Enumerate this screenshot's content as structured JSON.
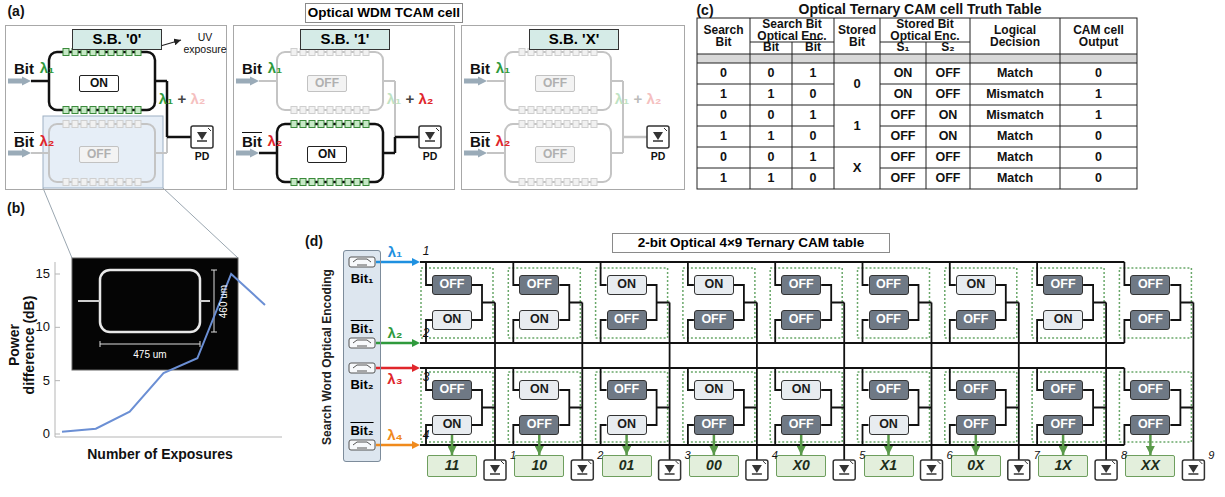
{
  "diagram": {
    "nodes": [
      {
        "text": [
          "Optical WDM TCAM cell"
        ]
      },
      {
        "text": [
          "S.B. '0'"
        ]
      },
      {
        "text": [
          "ON"
        ],
        "in": 1
      },
      {
        "text": [
          "OFF"
        ],
        "in": 1
      },
      {
        "text": [
          "S.B. '1'"
        ]
      },
      {
        "text": [
          "OFF"
        ],
        "in": 4
      },
      {
        "text": [
          "ON"
        ],
        "in": 4
      },
      {
        "text": [
          "S.B. 'X'"
        ]
      },
      {
        "text": [
          "OFF"
        ],
        "in": 7
      },
      {
        "text": [
          "OFF"
        ],
        "in": 7
      },
      {
        "text": [
          "2-bit Optical 4×9 Ternary CAM table"
        ]
      },
      {
        "text": [
          "Search Word Optical Encoding",
          "Bit₁",
          "Bit₁",
          "Bit₂",
          "Bit₂"
        ]
      },
      {
        "text": [
          "OFF"
        ]
      },
      {
        "text": [
          "ON"
        ]
      },
      {
        "text": [
          "OFF"
        ]
      },
      {
        "text": [
          "ON"
        ]
      },
      {
        "text": [
          "OFF"
        ]
      },
      {
        "text": [
          "ON"
        ]
      },
      {
        "text": [
          "ON"
        ]
      },
      {
        "text": [
          "OFF"
        ]
      },
      {
        "text": [
          "ON"
        ]
      },
      {
        "text": [
          "OFF"
        ]
      },
      {
        "text": [
          "OFF"
        ]
      },
      {
        "text": [
          "ON"
        ]
      },
      {
        "text": [
          "ON"
        ]
      },
      {
        "text": [
          "OFF"
        ]
      },
      {
        "text": [
          "ON"
        ]
      },
      {
        "text": [
          "OFF"
        ]
      },
      {
        "text": [
          "OFF"
        ]
      },
      {
        "text": [
          "OFF"
        ]
      },
      {
        "text": [
          "ON"
        ]
      },
      {
        "text": [
          "OFF"
        ]
      },
      {
        "text": [
          "OFF"
        ]
      },
      {
        "text": [
          "OFF"
        ]
      },
      {
        "text": [
          "OFF"
        ]
      },
      {
        "text": [
          "ON"
        ]
      },
      {
        "text": [
          "ON"
        ]
      },
      {
        "text": [
          "OFF"
        ]
      },
      {
        "text": [
          "OFF"
        ]
      },
      {
        "text": [
          "OFF"
        ]
      },
      {
        "text": [
          "OFF"
        ]
      },
      {
        "text": [
          "ON"
        ]
      },
      {
        "text": [
          "OFF"
        ]
      },
      {
        "text": [
          "OFF"
        ]
      },
      {
        "text": [
          "OFF"
        ]
      },
      {
        "text": [
          "OFF"
        ]
      },
      {
        "text": [
          "OFF"
        ]
      },
      {
        "text": [
          "OFF"
        ]
      },
      {
        "text": [
          "11"
        ]
      },
      {
        "text": [
          "10"
        ]
      },
      {
        "text": [
          "01"
        ]
      },
      {
        "text": [
          "00"
        ]
      },
      {
        "text": [
          "X0"
        ]
      },
      {
        "text": [
          "X1"
        ]
      },
      {
        "text": [
          "0X"
        ]
      },
      {
        "text": [
          "1X"
        ]
      },
      {
        "text": [
          "XX"
        ]
      }
    ],
    "edges": [
      {
        "from": 15,
        "to": 48,
        "arrow": "to"
      },
      {
        "from": 19,
        "to": 49,
        "arrow": "to"
      },
      {
        "from": 23,
        "to": 50,
        "arrow": "to"
      },
      {
        "from": 27,
        "to": 51,
        "arrow": "to"
      },
      {
        "from": 31,
        "to": 52,
        "arrow": "to"
      },
      {
        "from": 35,
        "to": 53,
        "arrow": "to"
      },
      {
        "from": 39,
        "to": 54,
        "arrow": "to"
      },
      {
        "from": 43,
        "to": 55,
        "arrow": "to"
      },
      {
        "from": 47,
        "to": 56,
        "arrow": "to"
      }
    ],
    "labels": [
      "(a)",
      "Bit",
      "λ₁",
      "Bit",
      "λ₂",
      "UV exposure",
      "λ₁",
      "+",
      "λ₂",
      "PD",
      "Bit",
      "λ₁",
      "Bit",
      "λ₂",
      "λ₁",
      "+",
      "λ₂",
      "PD",
      "Bit",
      "λ₁",
      "Bit",
      "λ₂",
      "λ₁",
      "+",
      "λ₂",
      "PD",
      "(b)",
      "Power difference (dB)",
      "Number of Exposures",
      "0",
      "5",
      "10",
      "15",
      "460 um",
      "475 um",
      "(c)",
      "Optical Ternary CAM cell Truth Table",
      "Search Bit",
      "Search Bit Optical Enc.",
      "Stored Bit",
      "Stored Bit Optical Enc.",
      "Logical Decision",
      "CAM cell Output",
      "Bit",
      "Bit",
      "S₁",
      "S₂",
      "0",
      "0",
      "1",
      "0",
      "ON",
      "OFF",
      "Match",
      "0",
      "1",
      "1",
      "0",
      "ON",
      "OFF",
      "Mismatch",
      "1",
      "0",
      "0",
      "1",
      "1",
      "OFF",
      "ON",
      "Mismatch",
      "1",
      "1",
      "1",
      "0",
      "OFF",
      "ON",
      "Match",
      "0",
      "0",
      "0",
      "1",
      "X",
      "OFF",
      "OFF",
      "Match",
      "0",
      "1",
      "1",
      "0",
      "OFF",
      "OFF",
      "Match",
      "0",
      "(d)",
      "λ₁",
      "1",
      "λ₂",
      "2",
      "λ₃",
      "3",
      "λ₄",
      "4",
      "1",
      "2",
      "3",
      "4",
      "5",
      "6",
      "7",
      "8",
      "9"
    ]
  }
}
